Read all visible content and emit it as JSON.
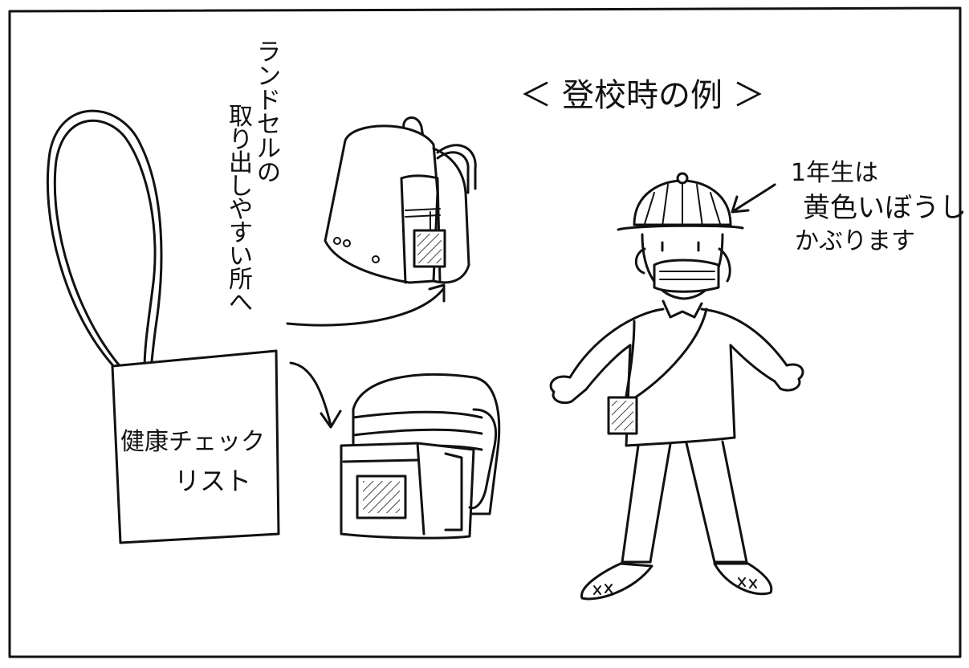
{
  "title": "＜ 登校時の例 ＞",
  "label_backpack_vertical": [
    "ランドセルの",
    "取り出しやすい所へ"
  ],
  "card": {
    "line1": "健康チェック",
    "line2": "リスト"
  },
  "note": {
    "line1": "1年生は",
    "line2": "黄色いぼうしを",
    "line3": "かぶります"
  },
  "colors": {
    "ink": "#111111",
    "paper": "#ffffff"
  }
}
